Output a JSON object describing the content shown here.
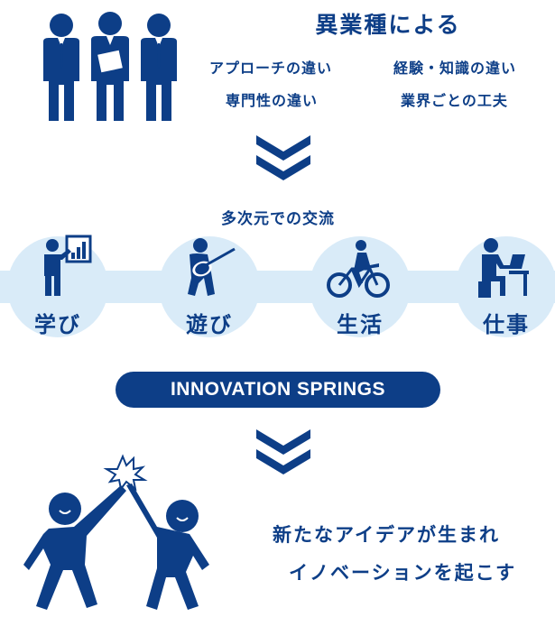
{
  "header": {
    "title": "異業種による",
    "differences": [
      "アプローチの違い",
      "経験・知識の違い",
      "専門性の違い",
      "業界ごとの工夫"
    ]
  },
  "interaction": {
    "title": "多次元での交流",
    "domains": [
      {
        "label": "学び",
        "icon": "presenter-icon"
      },
      {
        "label": "遊び",
        "icon": "guitarist-icon"
      },
      {
        "label": "生活",
        "icon": "cyclist-icon"
      },
      {
        "label": "仕事",
        "icon": "laptop-worker-icon"
      }
    ]
  },
  "banner": {
    "label": "INNOVATION SPRINGS"
  },
  "result": {
    "line1": "新たなアイデアが生まれ",
    "line2": "イノベーションを起こす"
  },
  "colors": {
    "navy": "#0d3e87",
    "light_blue": "#d9ebf8",
    "white": "#ffffff"
  }
}
